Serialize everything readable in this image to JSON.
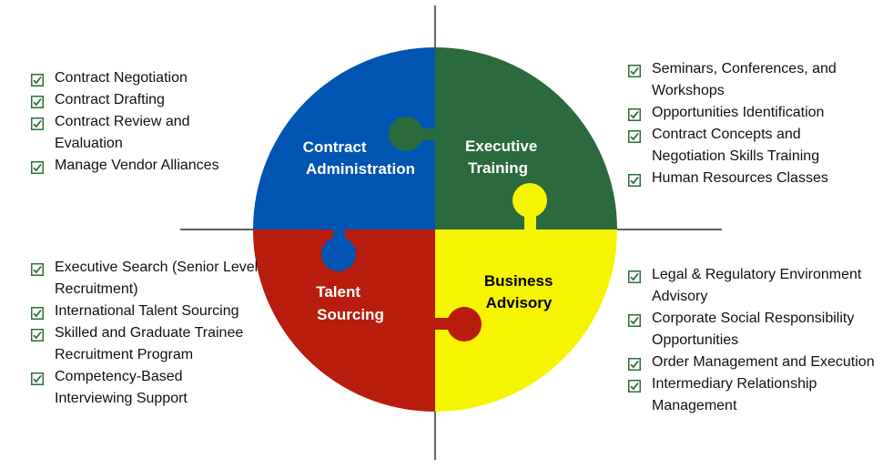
{
  "colors": {
    "contract": "#0055b3",
    "training": "#2a6a3c",
    "talent": "#b81c0c",
    "advisory": "#f6f400",
    "check": "#2f6d3a"
  },
  "quadrants": {
    "top_left": [
      "Contract",
      "Administration"
    ],
    "top_right": [
      "Executive",
      "Training"
    ],
    "bottom_left": [
      "Talent",
      "Sourcing"
    ],
    "bottom_right": [
      "Business",
      "Advisory"
    ]
  },
  "lists": {
    "top_left": [
      "Contract Negotiation",
      "Contract Drafting",
      "Contract Review and Evaluation",
      "Manage Vendor Alliances"
    ],
    "top_right": [
      "Seminars, Conferences, and Workshops",
      "Opportunities Identification",
      "Contract Concepts and Negotiation Skills Training",
      "Human Resources Classes"
    ],
    "bottom_left": [
      "Executive Search (Senior Level Recruitment)",
      "International Talent Sourcing",
      "Skilled and Graduate Trainee Recruitment Program",
      "Competency-Based Interviewing Support"
    ],
    "bottom_right": [
      "Legal & Regulatory Environment Advisory",
      "Corporate Social Responsibility Opportunities",
      "Order Management and Execution",
      "Intermediary Relationship Management"
    ]
  },
  "icons": {
    "bullet": "checkbox-icon"
  }
}
